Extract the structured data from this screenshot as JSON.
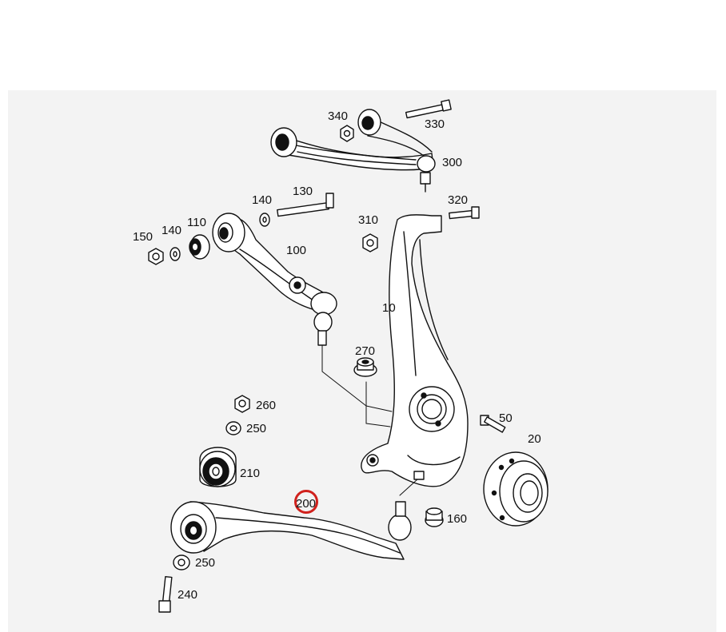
{
  "diagram": {
    "callouts": [
      {
        "id": "c340",
        "label": "340"
      },
      {
        "id": "c330",
        "label": "330"
      },
      {
        "id": "c300",
        "label": "300"
      },
      {
        "id": "c140a",
        "label": "140"
      },
      {
        "id": "c130",
        "label": "130"
      },
      {
        "id": "c310",
        "label": "310"
      },
      {
        "id": "c320",
        "label": "320"
      },
      {
        "id": "c150",
        "label": "150"
      },
      {
        "id": "c140b",
        "label": "140"
      },
      {
        "id": "c110",
        "label": "110"
      },
      {
        "id": "c100",
        "label": "100"
      },
      {
        "id": "c10",
        "label": "10"
      },
      {
        "id": "c270",
        "label": "270"
      },
      {
        "id": "c260",
        "label": "260"
      },
      {
        "id": "c250a",
        "label": "250"
      },
      {
        "id": "c50",
        "label": "50"
      },
      {
        "id": "c20",
        "label": "20"
      },
      {
        "id": "c210",
        "label": "210"
      },
      {
        "id": "c200",
        "label": "200"
      },
      {
        "id": "c160",
        "label": "160"
      },
      {
        "id": "c250b",
        "label": "250"
      },
      {
        "id": "c240",
        "label": "240"
      }
    ],
    "highlighted_part": "200",
    "highlight_color": "#d0211c"
  }
}
